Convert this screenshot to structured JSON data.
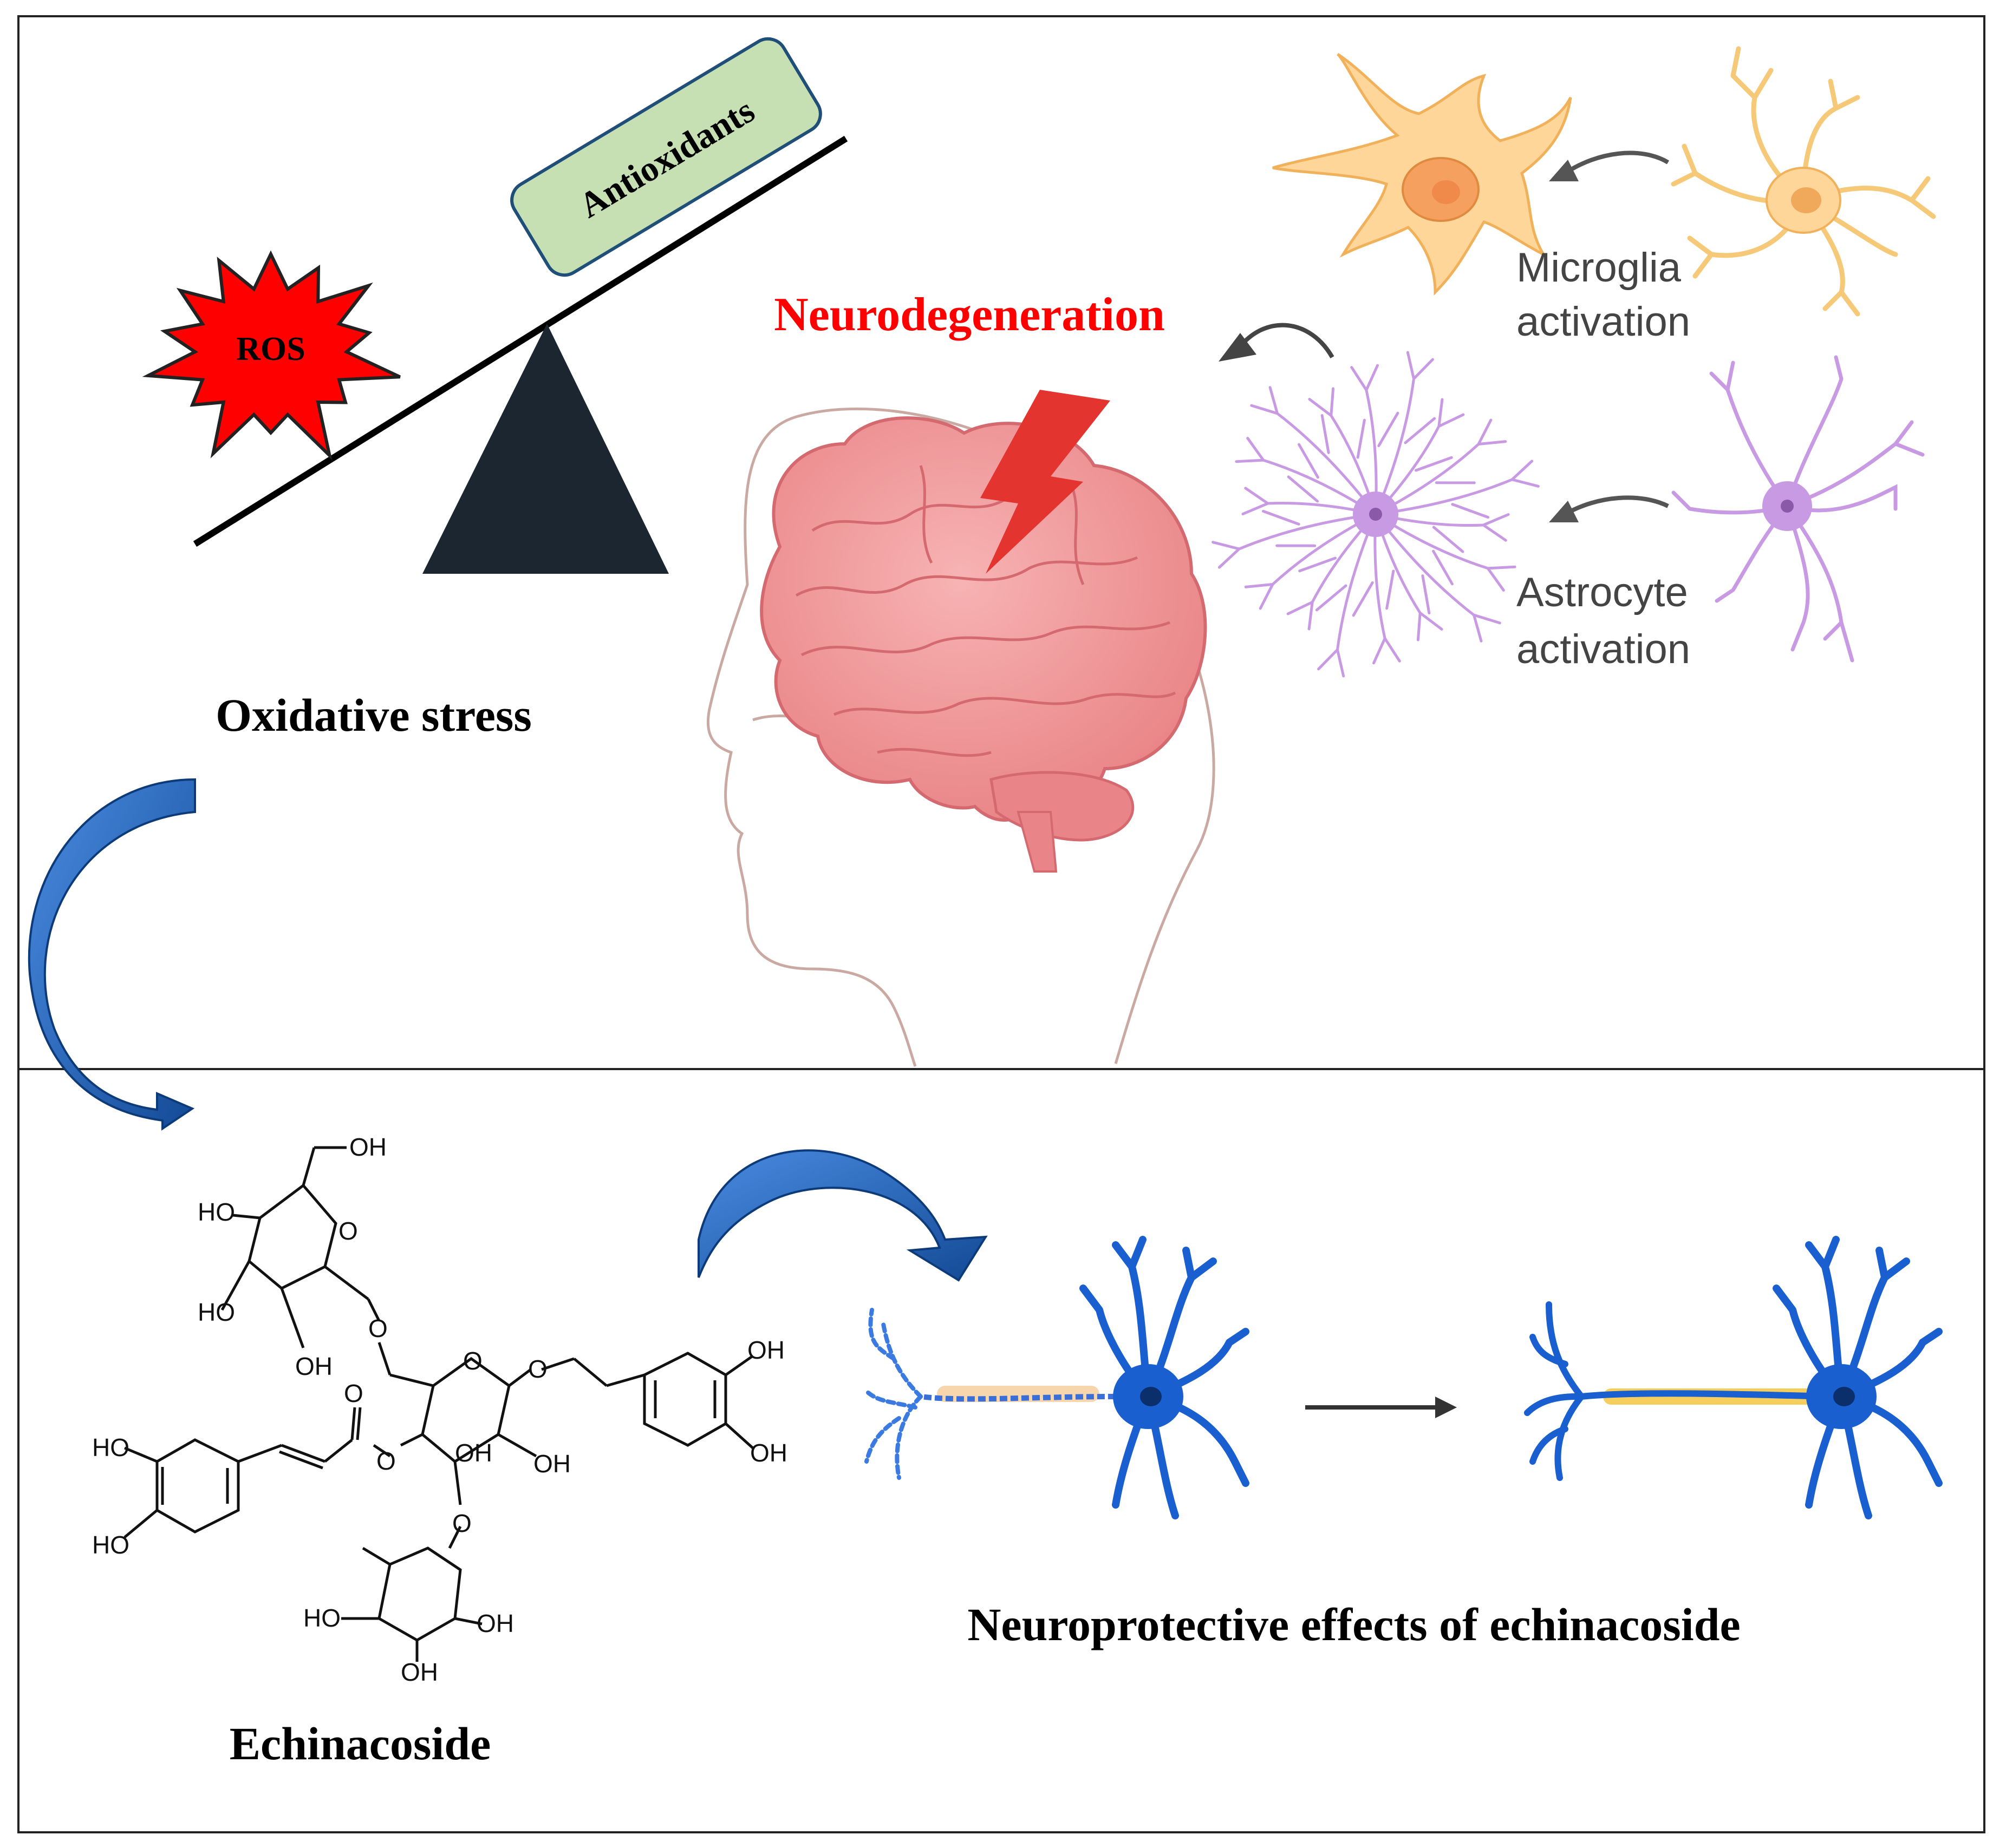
{
  "diagram": {
    "balance": {
      "ros_label": "ROS",
      "antioxidants_label": "Antioxidants",
      "caption": "Oxidative stress"
    },
    "brain": {
      "title": "Neurodegeneration"
    },
    "glia": {
      "microglia_line1": "Microglia",
      "microglia_line2": "activation",
      "astrocyte_line1": "Astrocyte",
      "astrocyte_line2": "activation"
    },
    "molecule": {
      "name": "Echinacoside",
      "group_labels": [
        "OH",
        "HO",
        "O",
        "HO",
        "O",
        "OH",
        "O",
        "O",
        "OH",
        "HO",
        "O",
        "O",
        "OH",
        "OH",
        "HO",
        "OH",
        "O",
        "HO",
        "OH",
        "OH"
      ]
    },
    "neurons": {
      "caption": "Neuroprotective effects of echinacoside"
    },
    "colors": {
      "ros_fill": "#ff0000",
      "antioxidants_fill": "#c6e0b4",
      "antioxidants_stroke": "#1f4e79",
      "triangle_fill": "#1b2631",
      "title_red": "#ff0000",
      "arrow_blue": "#1f5fb0",
      "brain_pink": "#f29a9a",
      "microglia_orange": "#ffd699",
      "astrocyte_purple": "#c79be0",
      "neuron_blue": "#1a5fd0"
    }
  }
}
